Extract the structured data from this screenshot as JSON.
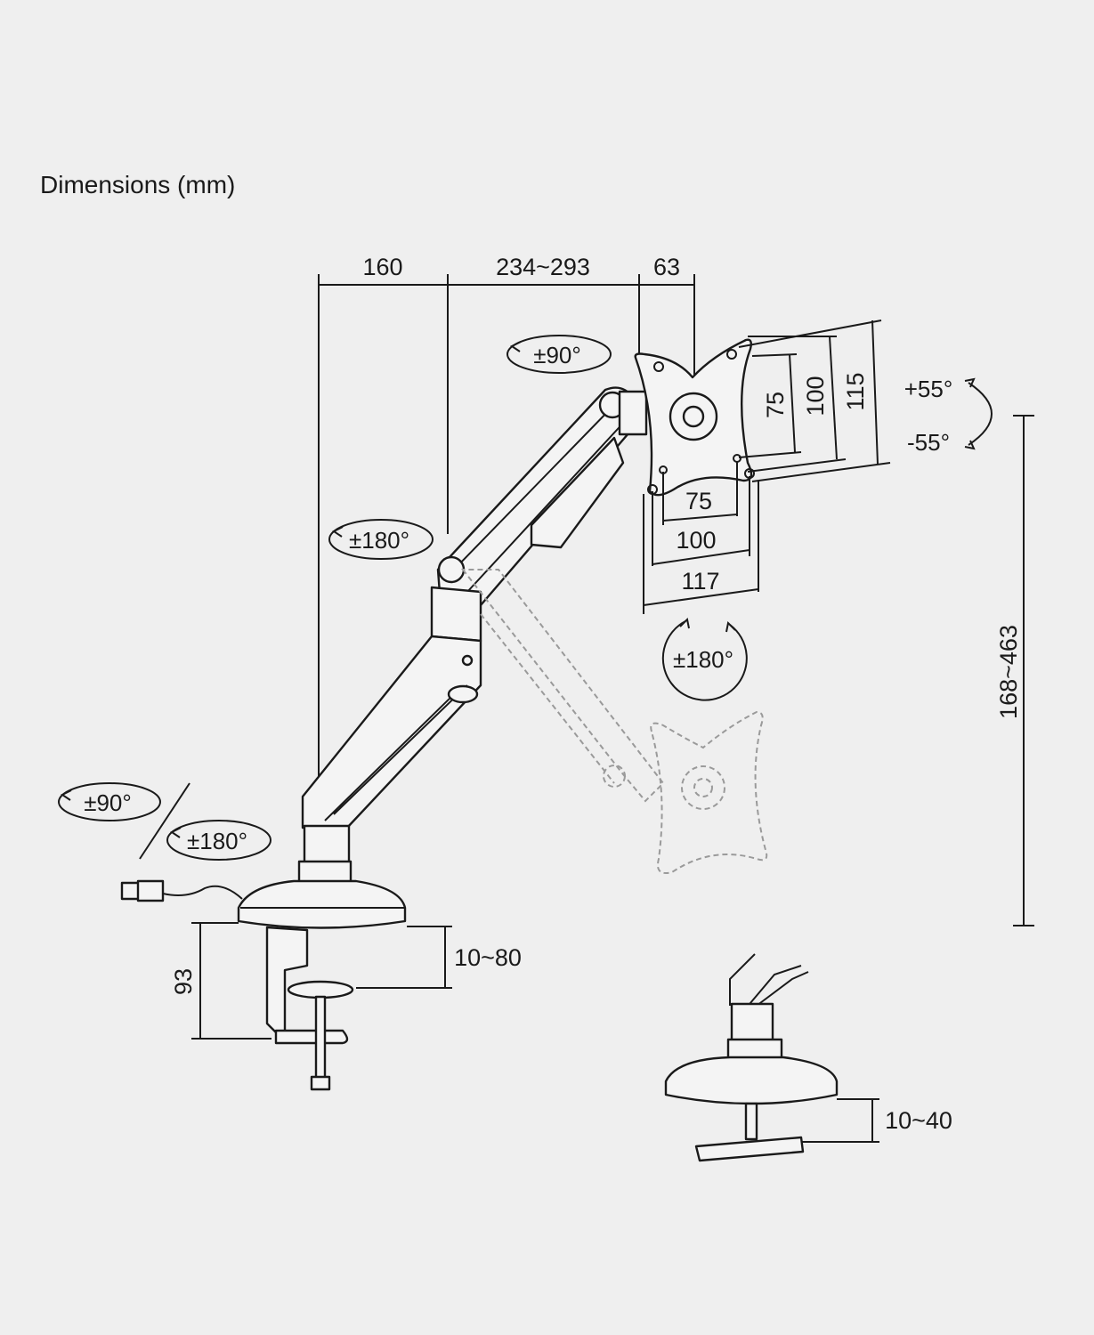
{
  "title": "Dimensions (mm)",
  "dimensions": {
    "arm_base_offset": "160",
    "arm_extension": "234~293",
    "plate_depth": "63",
    "vesa_v_75": "75",
    "vesa_v_100": "100",
    "plate_height": "115",
    "vesa_h_75": "75",
    "vesa_h_100": "100",
    "plate_width": "117",
    "height_range": "168~463",
    "clamp_height": "93",
    "clamp_desk_thickness": "10~80",
    "grommet_desk_thickness": "10~40"
  },
  "angles": {
    "head_swivel": "±90°",
    "tilt_up": "+55°",
    "tilt_down": "-55°",
    "elbow_swivel": "±180°",
    "plate_rotation": "±180°",
    "base_swivel_90": "±90°",
    "base_swivel_180": "±180°"
  }
}
